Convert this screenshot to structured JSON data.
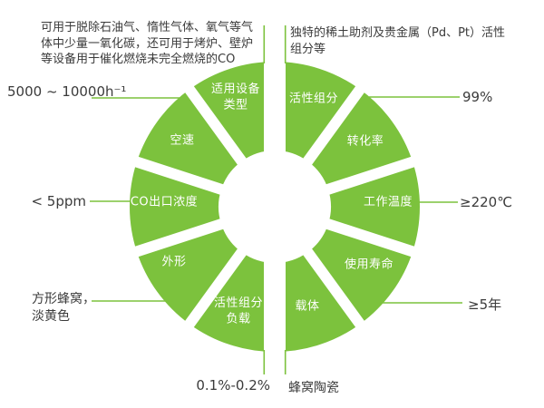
{
  "colors": {
    "green": "#7CC23D",
    "text": "#3B3B3B",
    "label_text": "#FFFFFF",
    "background": "#FFFFFF"
  },
  "ring": {
    "segments": [
      {
        "id": "active-component",
        "label": "活性组分",
        "label_lines": [
          "活性组分"
        ],
        "value_lines": [
          "独特的稀土助剂及贵金属（Pd、Pt）活性",
          "组分等"
        ]
      },
      {
        "id": "conversion-rate",
        "label": "转化率",
        "label_lines": [
          "转化率"
        ],
        "value_lines": [
          "99%"
        ]
      },
      {
        "id": "working-temperature",
        "label": "工作温度",
        "label_lines": [
          "工作温度"
        ],
        "value_lines": [
          "≥220℃"
        ]
      },
      {
        "id": "service-life",
        "label": "使用寿命",
        "label_lines": [
          "使用寿命"
        ],
        "value_lines": [
          "≥5年"
        ]
      },
      {
        "id": "carrier",
        "label": "载体",
        "label_lines": [
          "载体"
        ],
        "value_lines": [
          "蜂窝陶瓷"
        ]
      },
      {
        "id": "active-component-loading",
        "label": "活性组分负载",
        "label_lines": [
          "活性组分",
          "负载"
        ],
        "value_lines": [
          "0.1%-0.2%"
        ]
      },
      {
        "id": "shape",
        "label": "外形",
        "label_lines": [
          "外形"
        ],
        "value_lines": [
          "方形蜂窝，",
          "淡黄色"
        ]
      },
      {
        "id": "co-outlet-concentration",
        "label": "CO出口浓度",
        "label_lines": [
          "CO出口浓度"
        ],
        "value_lines": [
          "< 5ppm"
        ]
      },
      {
        "id": "space-velocity",
        "label": "空速",
        "label_lines": [
          "空速"
        ],
        "value_lines": [
          "5000 ~ 10000h⁻¹"
        ]
      },
      {
        "id": "applicable-equipment-type",
        "label": "适用设备类型",
        "label_lines": [
          "适用设备",
          "类型"
        ],
        "value_lines": [
          "可用于脱除石油气、惰性气体、氧气等气",
          "体中少量一氧化碳，还可用于烤炉、壁炉",
          "等设备用于催化燃烧未完全燃烧的CO"
        ]
      }
    ]
  }
}
